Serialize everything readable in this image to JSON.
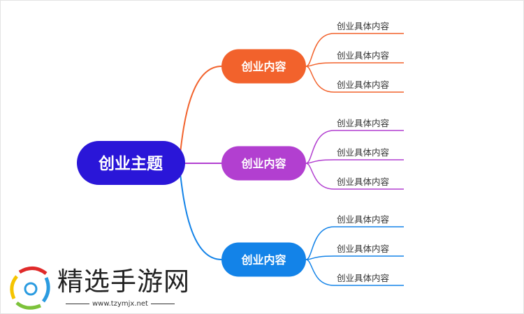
{
  "root": {
    "label": "创业主题",
    "color": "#2a16d8"
  },
  "branches": [
    {
      "label": "创业内容",
      "color": "#f2622c",
      "leaves": [
        "创业具体内容",
        "创业具体内容",
        "创业具体内容"
      ]
    },
    {
      "label": "创业内容",
      "color": "#b23fd0",
      "leaves": [
        "创业具体内容",
        "创业具体内容",
        "创业具体内容"
      ]
    },
    {
      "label": "创业内容",
      "color": "#1383e8",
      "leaves": [
        "创业具体内容",
        "创业具体内容",
        "创业具体内容"
      ]
    }
  ],
  "watermark": {
    "title": "精选手游网",
    "url": "www.tzymjx.net"
  }
}
